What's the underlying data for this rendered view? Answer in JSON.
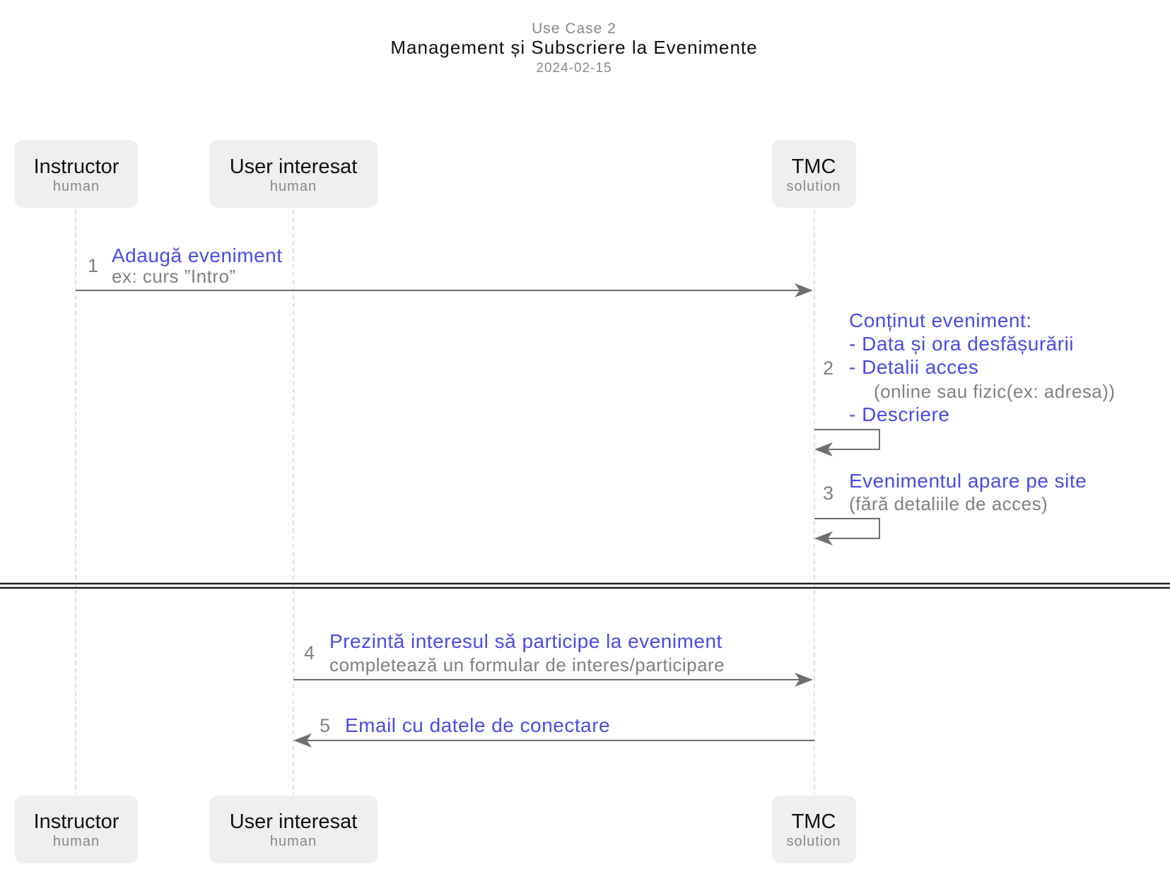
{
  "title": {
    "supertitle": "Use Case 2",
    "main": "Management și Subscriere la Evenimente",
    "date": "2024-02-15"
  },
  "participants": [
    {
      "name": "Instructor",
      "type": "human"
    },
    {
      "name": "User interesat",
      "type": "human"
    },
    {
      "name": "TMC",
      "type": "solution"
    }
  ],
  "messages": [
    {
      "number": "1",
      "from": "Instructor",
      "to": "TMC",
      "lines": [
        {
          "text": "Adaugă eveniment",
          "style": "main"
        },
        {
          "text": "ex: curs ”Intro”",
          "style": "sub"
        }
      ]
    },
    {
      "number": "2",
      "from": "TMC",
      "to": "TMC",
      "lines": [
        {
          "text": "Conținut eveniment:",
          "style": "main"
        },
        {
          "text": "- Data și ora desfășurării",
          "style": "main"
        },
        {
          "text": "- Detalii acces",
          "style": "main"
        },
        {
          "text": "(online sau fizic(ex: adresa))",
          "style": "sub"
        },
        {
          "text": "- Descriere",
          "style": "main"
        }
      ]
    },
    {
      "number": "3",
      "from": "TMC",
      "to": "TMC",
      "lines": [
        {
          "text": "Evenimentul apare pe site",
          "style": "main"
        },
        {
          "text": "(fără detaliile de acces)",
          "style": "sub"
        }
      ]
    },
    {
      "number": "4",
      "from": "User interesat",
      "to": "TMC",
      "lines": [
        {
          "text": "Prezintă interesul să participe la eveniment",
          "style": "main"
        },
        {
          "text": "completează un formular de interes/participare",
          "style": "sub"
        }
      ]
    },
    {
      "number": "5",
      "from": "TMC",
      "to": "User interesat",
      "lines": [
        {
          "text": "Email cu datele de conectare",
          "style": "main"
        }
      ]
    }
  ]
}
